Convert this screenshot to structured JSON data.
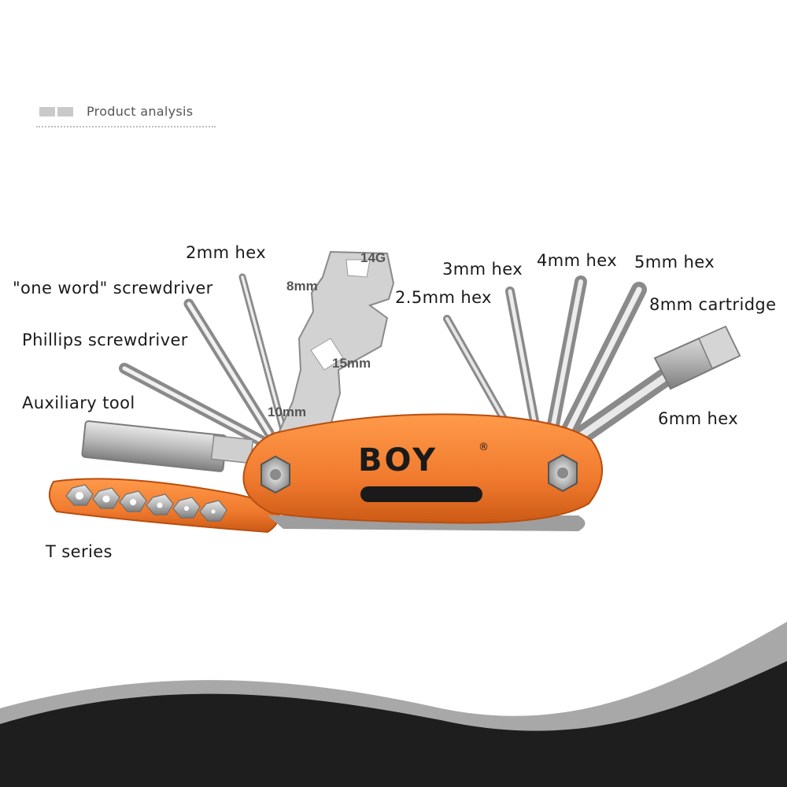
{
  "header": {
    "title": "Product analysis"
  },
  "brand": {
    "logo_text": "BOY",
    "registered_mark": "®"
  },
  "labels": {
    "hex_2mm": "2mm hex",
    "one_word_screwdriver": "\"one word\" screwdriver",
    "phillips_screwdriver": "Phillips screwdriver",
    "auxiliary_tool": "Auxiliary tool",
    "t_series": "T series",
    "hex_3mm": "3mm hex",
    "hex_4mm": "4mm hex",
    "hex_5mm": "5mm hex",
    "hex_2_5mm": "2.5mm hex",
    "cartridge_8mm": "8mm cartridge",
    "hex_6mm": "6mm hex"
  },
  "tool_marks": {
    "g14": "14G",
    "mm8": "8mm",
    "mm15": "15mm",
    "mm10": "10mm"
  },
  "colors": {
    "body_orange": "#f07a2e",
    "steel": "#c8c8c8",
    "wave_dark": "#1e1e1e",
    "wave_grey": "#9a9a9a"
  }
}
